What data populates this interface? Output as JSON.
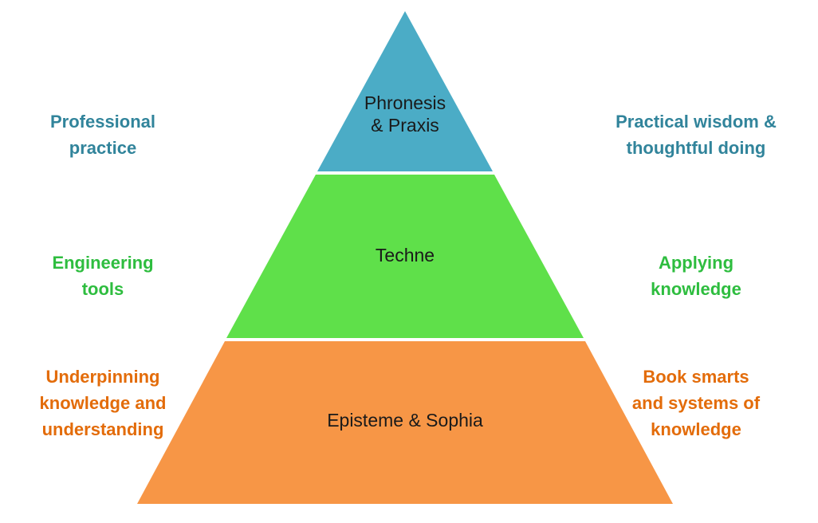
{
  "colors": {
    "top": "#4bacc6",
    "middle": "#5fe04a",
    "bottom": "#f79646",
    "top_text": "#31849b",
    "middle_text": "#2ebd3f",
    "bottom_text": "#e36c0a"
  },
  "tiers": {
    "top": {
      "label_line1": "Phronesis",
      "label_line2": "& Praxis"
    },
    "middle": {
      "label": "Techne"
    },
    "bottom": {
      "label": "Episteme & Sophia"
    }
  },
  "left_labels": {
    "top": [
      "Professional",
      "practice"
    ],
    "middle": [
      "Engineering",
      "tools"
    ],
    "bottom": [
      "Underpinning",
      "knowledge and",
      "understanding"
    ]
  },
  "right_labels": {
    "top": [
      "Practical wisdom &",
      "thoughtful doing"
    ],
    "middle": [
      "Applying",
      "knowledge"
    ],
    "bottom": [
      "Book smarts",
      "and systems of",
      "knowledge"
    ]
  }
}
